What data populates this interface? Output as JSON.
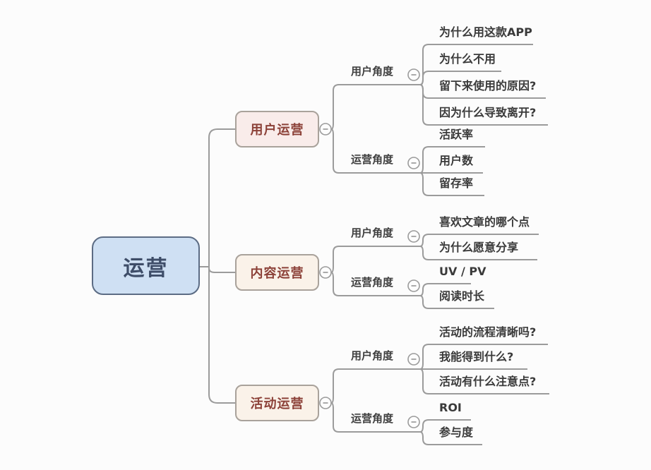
{
  "diagram": {
    "root": {
      "label": "运营"
    },
    "branches": [
      {
        "label": "用户运营",
        "groups": [
          {
            "label": "用户角度",
            "items": [
              "为什么用这款APP",
              "为什么不用",
              "留下来使用的原因?",
              "因为什么导致离开?"
            ]
          },
          {
            "label": "运营角度",
            "items": [
              "活跃率",
              "用户数",
              "留存率"
            ]
          }
        ]
      },
      {
        "label": "内容运营",
        "groups": [
          {
            "label": "用户角度",
            "items": [
              "喜欢文章的哪个点",
              "为什么愿意分享"
            ]
          },
          {
            "label": "运营角度",
            "items": [
              "UV / PV",
              "阅读时长"
            ]
          }
        ]
      },
      {
        "label": "活动运营",
        "groups": [
          {
            "label": "用户角度",
            "items": [
              "活动的流程清晰吗?",
              "我能得到什么?",
              "活动有什么注意点?"
            ]
          },
          {
            "label": "运营角度",
            "items": [
              "ROI",
              "参与度"
            ]
          }
        ]
      }
    ],
    "colors": {
      "root-fill": "#cfe0f3",
      "root-border": "#5c6c84",
      "root-text": "#3e4d68",
      "branch1-fill": "#f9ecea",
      "branch-fill": "#faf2e9",
      "branch-border": "#a9a29b",
      "branch-text": "#8c4138",
      "line": "#9b9b9b",
      "label-text": "#3f3f3f",
      "leaf-text": "#3a3a3a",
      "bg": "#fcfcfc"
    }
  }
}
